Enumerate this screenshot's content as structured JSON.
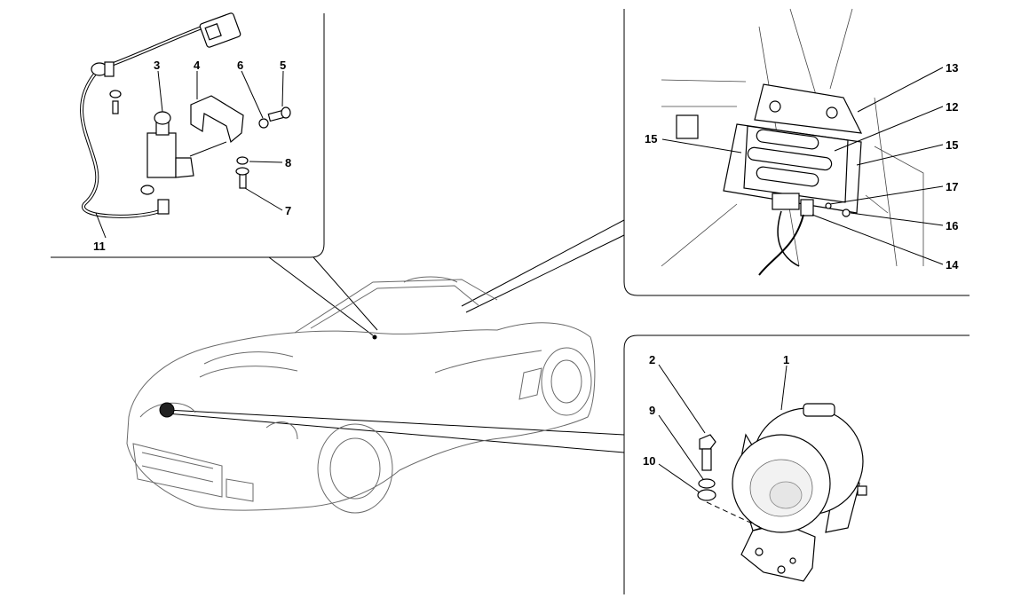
{
  "labels": {
    "p1": "1",
    "p2": "2",
    "p3": "3",
    "p4": "4",
    "p5": "5",
    "p6": "6",
    "p7": "7",
    "p8": "8",
    "p9": "9",
    "p10": "10",
    "p11": "11",
    "p12": "12",
    "p13": "13",
    "p14": "14",
    "p15a": "15",
    "p15b": "15",
    "p16": "16",
    "p17": "17"
  },
  "colors": {
    "line": "#000000",
    "car_line": "#6a6a6a",
    "background": "#ffffff"
  }
}
